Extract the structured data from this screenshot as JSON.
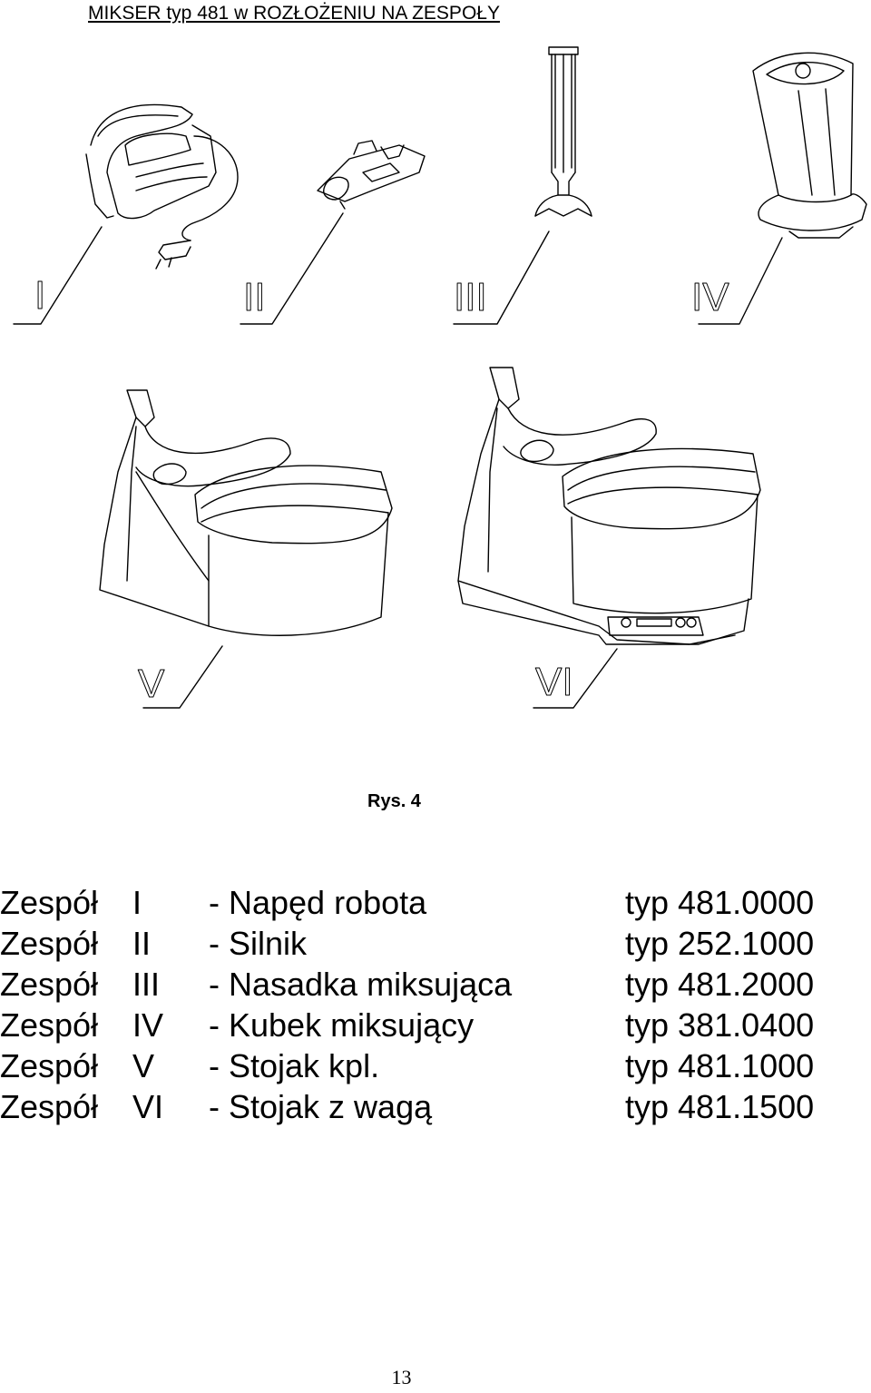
{
  "header": {
    "title": "MIKSER typ 481 w  ROZŁOŻENIU  NA  ZESPOŁY"
  },
  "figure": {
    "caption": "Rys. 4",
    "labels": [
      "I",
      "II",
      "III",
      "IV",
      "V",
      "VI"
    ]
  },
  "parts": [
    {
      "group": "Zespół",
      "number": "I",
      "name": "- Napęd robota",
      "type": "typ 481.0000"
    },
    {
      "group": "Zespół",
      "number": "II",
      "name": "- Silnik",
      "type": "typ 252.1000"
    },
    {
      "group": "Zespół",
      "number": "III",
      "name": "- Nasadka miksująca",
      "type": "typ 481.2000"
    },
    {
      "group": "Zespół",
      "number": "IV",
      "name": "- Kubek miksujący",
      "type": "typ 381.0400"
    },
    {
      "group": "Zespół",
      "number": "V",
      "name": "- Stojak kpl.",
      "type": "typ 481.1000"
    },
    {
      "group": "Zespół",
      "number": "VI",
      "name": "- Stojak z wagą",
      "type": "typ 481.1500"
    }
  ],
  "footer": {
    "page_number": "13"
  }
}
